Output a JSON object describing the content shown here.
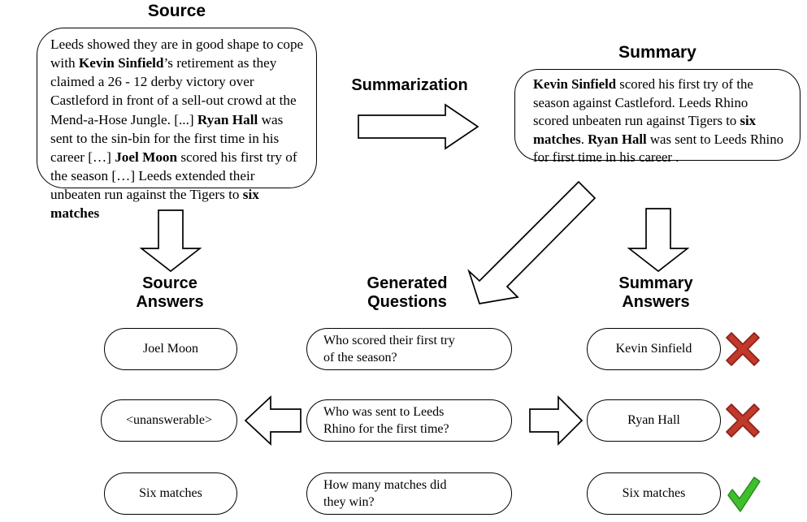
{
  "headers": {
    "source": "Source",
    "summary": "Summary",
    "summarization": "Summarization",
    "source_answers": "Source\nAnswers",
    "generated_questions": "Generated\nQuestions",
    "summary_answers": "Summary\nAnswers"
  },
  "source_document": {
    "segments": [
      {
        "text": "Leeds showed they are in good shape to cope with ",
        "bold": false
      },
      {
        "text": "Kevin Sinfield",
        "bold": true
      },
      {
        "text": "’s retirement as they claimed a 26 - 12 derby victory over Castleford in front of a sell-out crowd at the Mend-a-Hose Jungle. [...] ",
        "bold": false
      },
      {
        "text": "Ryan Hall",
        "bold": true
      },
      {
        "text": " was sent to the sin-bin for the first time in his career […] ",
        "bold": false
      },
      {
        "text": "Joel Moon",
        "bold": true
      },
      {
        "text": " scored his first try of the season […]  Leeds extended their unbeaten run against the Tigers to ",
        "bold": false
      },
      {
        "text": "six matches",
        "bold": true
      }
    ]
  },
  "summary_document": {
    "segments": [
      {
        "text": "Kevin Sinfield",
        "bold": true
      },
      {
        "text": " scored his first try of the season against Castleford. Leeds Rhino scored unbeaten run against Tigers to ",
        "bold": false
      },
      {
        "text": "six matches",
        "bold": true
      },
      {
        "text": ". ",
        "bold": false
      },
      {
        "text": "Ryan Hall",
        "bold": true
      },
      {
        "text": " was sent to Leeds Rhino for first time in his career .",
        "bold": false
      }
    ]
  },
  "rows": [
    {
      "source_answer": "Joel Moon",
      "question": "Who scored their first try\nof the season?",
      "summary_answer": "Kevin Sinfield",
      "verdict": "incorrect",
      "verdict_icon": "red-cross-icon",
      "left_arrow": false,
      "right_arrow": false
    },
    {
      "source_answer": "<unanswerable>",
      "question": "Who was sent to Leeds\nRhino for the first time?",
      "summary_answer": "Ryan Hall",
      "verdict": "incorrect",
      "verdict_icon": "red-cross-icon",
      "left_arrow": true,
      "right_arrow": true
    },
    {
      "source_answer": "Six matches",
      "question": "How many matches did\nthey win?",
      "summary_answer": "Six matches",
      "verdict": "correct",
      "verdict_icon": "green-check-icon",
      "left_arrow": false,
      "right_arrow": false
    }
  ],
  "colors": {
    "stroke": "#000000",
    "background": "#ffffff",
    "incorrect": "#c0392b",
    "incorrect_dark": "#8e2018",
    "correct": "#3ec02c",
    "correct_dark": "#2a8a1e"
  }
}
